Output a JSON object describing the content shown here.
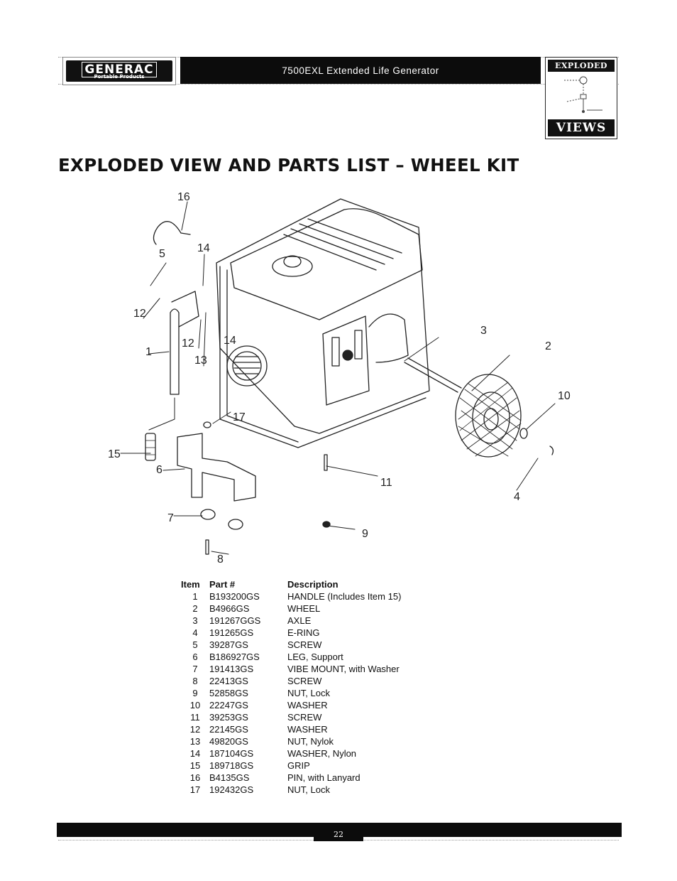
{
  "header": {
    "brand": "GENERAC",
    "brand_sub": "Portable Products",
    "title": "7500EXL Extended Life Generator",
    "badge_top": "EXPLODED",
    "badge_bottom": "VIEWS"
  },
  "page_title": "EXPLODED VIEW AND PARTS LIST – WHEEL KIT",
  "callouts": [
    "16",
    "5",
    "14",
    "12",
    "1",
    "12",
    "13",
    "14",
    "3",
    "2",
    "10",
    "4",
    "17",
    "15",
    "6",
    "11",
    "7",
    "9",
    "8"
  ],
  "parts_table": {
    "headers": {
      "item": "Item",
      "part": "Part #",
      "description": "Description"
    },
    "rows": [
      {
        "item": "1",
        "part": "B193200GS",
        "description": "HANDLE (Includes Item 15)"
      },
      {
        "item": "2",
        "part": "B4966GS",
        "description": "WHEEL"
      },
      {
        "item": "3",
        "part": "191267GGS",
        "description": "AXLE"
      },
      {
        "item": "4",
        "part": "191265GS",
        "description": "E-RING"
      },
      {
        "item": "5",
        "part": "39287GS",
        "description": "SCREW"
      },
      {
        "item": "6",
        "part": "B186927GS",
        "description": "LEG, Support"
      },
      {
        "item": "7",
        "part": "191413GS",
        "description": "VIBE MOUNT, with Washer"
      },
      {
        "item": "8",
        "part": "22413GS",
        "description": "SCREW"
      },
      {
        "item": "9",
        "part": "52858GS",
        "description": "NUT, Lock"
      },
      {
        "item": "10",
        "part": "22247GS",
        "description": "WASHER"
      },
      {
        "item": "11",
        "part": "39253GS",
        "description": "SCREW"
      },
      {
        "item": "12",
        "part": "22145GS",
        "description": "WASHER"
      },
      {
        "item": "13",
        "part": "49820GS",
        "description": "NUT, Nylok"
      },
      {
        "item": "14",
        "part": "187104GS",
        "description": "WASHER, Nylon"
      },
      {
        "item": "15",
        "part": "189718GS",
        "description": "GRIP"
      },
      {
        "item": "16",
        "part": "B4135GS",
        "description": "PIN, with Lanyard"
      },
      {
        "item": "17",
        "part": "192432GS",
        "description": "NUT, Lock"
      }
    ]
  },
  "footer": {
    "page_number": "22"
  }
}
